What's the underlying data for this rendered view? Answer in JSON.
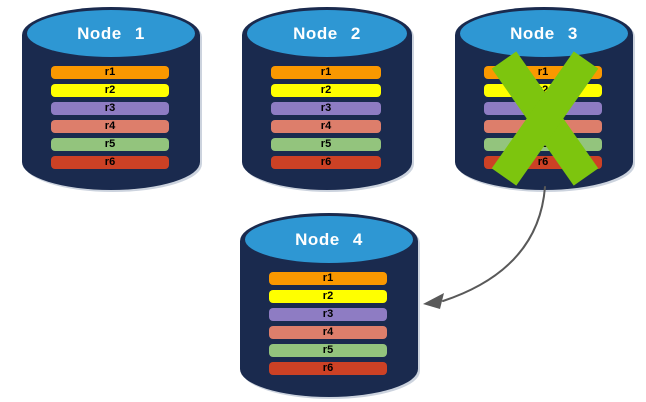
{
  "diagram": {
    "description": "Database replication diagram: four database nodes each holding rows r1-r6; Node 3 is failed (crossed out) and an arrow shows its data moving to Node 4",
    "colors": {
      "background": "#ffffff",
      "cylinder_body": "#1A2A4E",
      "cylinder_top": "#2E97D3",
      "title_text": "#ffffff",
      "row_text": "#000000",
      "cross": "#7DC50E",
      "arrow": "#595959"
    },
    "nodes": [
      {
        "label": "Node 1",
        "failed": false,
        "rows": [
          {
            "label": "r1",
            "color": "#FA9800"
          },
          {
            "label": "r2",
            "color": "#FFFF00"
          },
          {
            "label": "r3",
            "color": "#8E7CC3"
          },
          {
            "label": "r4",
            "color": "#DD7E6B"
          },
          {
            "label": "r5",
            "color": "#93C47D"
          },
          {
            "label": "r6",
            "color": "#CC4125"
          }
        ]
      },
      {
        "label": "Node 2",
        "failed": false,
        "rows": [
          {
            "label": "r1",
            "color": "#FA9800"
          },
          {
            "label": "r2",
            "color": "#FFFF00"
          },
          {
            "label": "r3",
            "color": "#8E7CC3"
          },
          {
            "label": "r4",
            "color": "#DD7E6B"
          },
          {
            "label": "r5",
            "color": "#93C47D"
          },
          {
            "label": "r6",
            "color": "#CC4125"
          }
        ]
      },
      {
        "label": "Node 3",
        "failed": true,
        "rows": [
          {
            "label": "r1",
            "color": "#FA9800"
          },
          {
            "label": "r2",
            "color": "#FFFF00"
          },
          {
            "label": "r3",
            "color": "#8E7CC3"
          },
          {
            "label": "r4",
            "color": "#DD7E6B"
          },
          {
            "label": "r5",
            "color": "#93C47D"
          },
          {
            "label": "r6",
            "color": "#CC4125"
          }
        ]
      },
      {
        "label": "Node 4",
        "failed": false,
        "rows": [
          {
            "label": "r1",
            "color": "#FA9800"
          },
          {
            "label": "r2",
            "color": "#FFFF00"
          },
          {
            "label": "r3",
            "color": "#8E7CC3"
          },
          {
            "label": "r4",
            "color": "#DD7E6B"
          },
          {
            "label": "r5",
            "color": "#93C47D"
          },
          {
            "label": "r6",
            "color": "#CC4125"
          }
        ]
      }
    ],
    "arrow": {
      "from": "Node 3",
      "to": "Node 4"
    }
  }
}
